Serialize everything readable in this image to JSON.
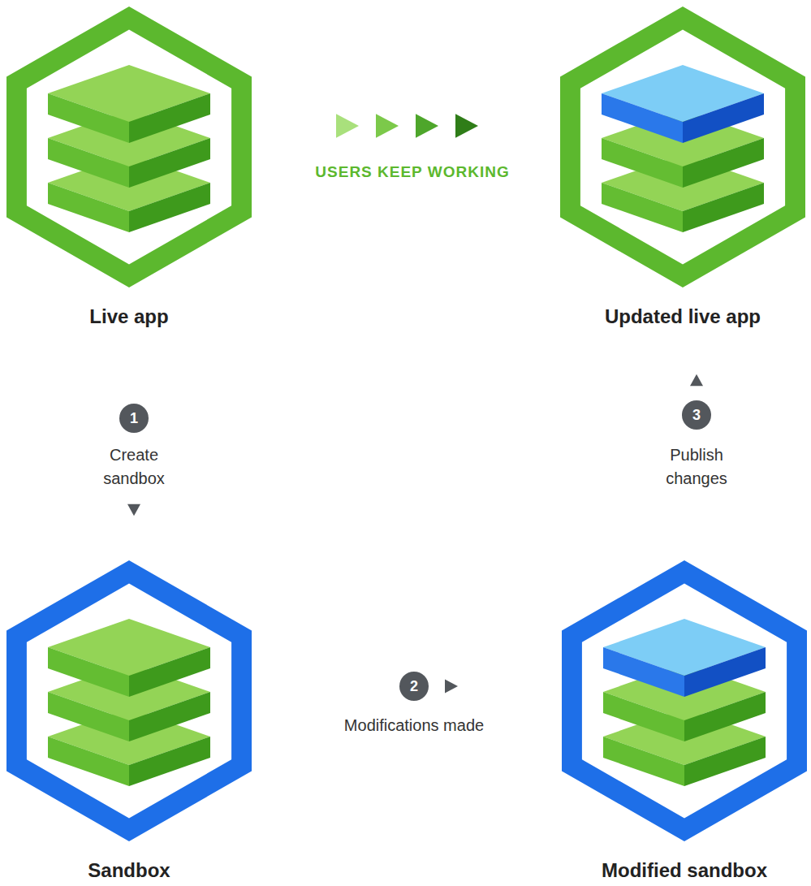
{
  "diagram": {
    "nodes": [
      {
        "text": [
          "Live app"
        ]
      },
      {
        "text": [
          "Updated live app"
        ]
      },
      {
        "text": [
          "Sandbox"
        ]
      },
      {
        "text": [
          "Modified sandbox"
        ]
      }
    ],
    "edges": [
      {
        "from": 0,
        "to": 1,
        "arrow": "to",
        "label": "USERS KEEP WORKING"
      },
      {
        "from": 0,
        "to": 2,
        "arrow": "to",
        "label": "Create sandbox"
      },
      {
        "from": 2,
        "to": 3,
        "arrow": "to",
        "label": "Modifications made"
      },
      {
        "from": 3,
        "to": 1,
        "arrow": "to",
        "label": "Publish changes"
      }
    ],
    "labels": [
      "1",
      "2",
      "3"
    ]
  }
}
